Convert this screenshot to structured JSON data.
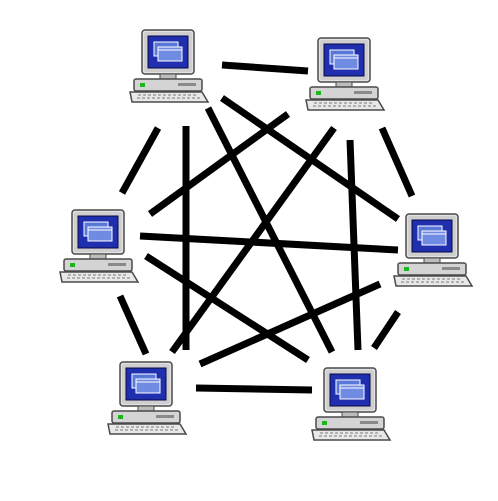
{
  "diagram": {
    "topology": "full mesh",
    "nodes": [
      {
        "id": "pc-1",
        "icon": "computer-icon"
      },
      {
        "id": "pc-2",
        "icon": "computer-icon"
      },
      {
        "id": "pc-3",
        "icon": "computer-icon"
      },
      {
        "id": "pc-4",
        "icon": "computer-icon"
      },
      {
        "id": "pc-5",
        "icon": "computer-icon"
      },
      {
        "id": "pc-6",
        "icon": "computer-icon"
      }
    ],
    "links": [
      [
        "pc-1",
        "pc-2"
      ],
      [
        "pc-1",
        "pc-3"
      ],
      [
        "pc-1",
        "pc-4"
      ],
      [
        "pc-1",
        "pc-5"
      ],
      [
        "pc-1",
        "pc-6"
      ],
      [
        "pc-2",
        "pc-3"
      ],
      [
        "pc-2",
        "pc-4"
      ],
      [
        "pc-2",
        "pc-5"
      ],
      [
        "pc-2",
        "pc-6"
      ],
      [
        "pc-3",
        "pc-4"
      ],
      [
        "pc-3",
        "pc-5"
      ],
      [
        "pc-3",
        "pc-6"
      ],
      [
        "pc-4",
        "pc-5"
      ],
      [
        "pc-4",
        "pc-6"
      ],
      [
        "pc-5",
        "pc-6"
      ]
    ],
    "colors": {
      "link": "#000000",
      "screen": "#1f2fb0",
      "screen_window": "#5a78d8",
      "case": "#d4d4d4",
      "outline": "#4a4a4a",
      "keyboard": "#e8e8e8",
      "led": "#18b818"
    }
  }
}
